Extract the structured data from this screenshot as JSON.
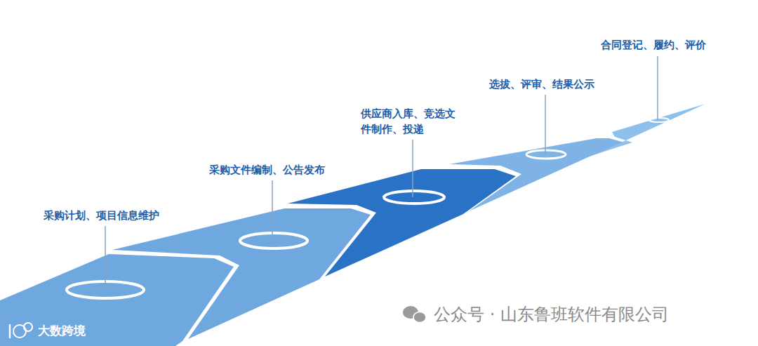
{
  "diagram": {
    "nodes": [
      {
        "text": [
          "采购计划、项目信息维护"
        ]
      },
      {
        "text": [
          "采购文件编制、公告发布"
        ]
      },
      {
        "text": [
          "供应商入库、竞选文 件制作、投递"
        ]
      },
      {
        "text": [
          "选拔、评审、结果公示"
        ]
      },
      {
        "text": [
          "合同登记、履约、评价"
        ]
      }
    ],
    "labels": [
      "公众号 · 山东鲁班软件有限公司",
      "大数跨境"
    ]
  }
}
